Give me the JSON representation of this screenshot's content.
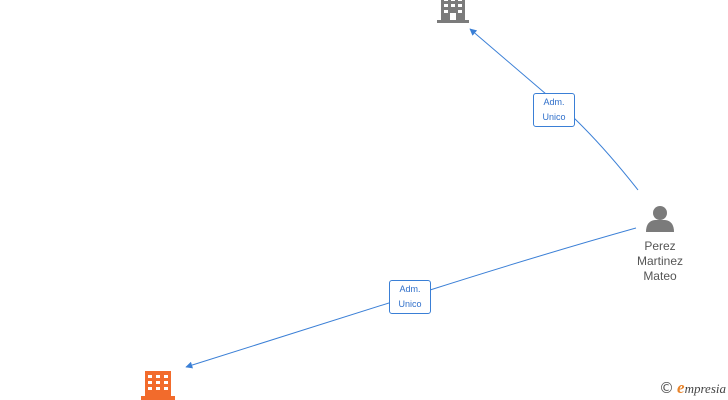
{
  "colors": {
    "edge": "#3a7fd6",
    "company_gray": "#7b7b7b",
    "company_highlight": "#f26b2c",
    "person": "#7b7b7b"
  },
  "nodes": {
    "company_top": {
      "icon": "building-icon",
      "label": ""
    },
    "company_bottom": {
      "icon": "building-icon",
      "label": ""
    },
    "person": {
      "icon": "person-icon",
      "name_lines": [
        "Perez",
        "Martinez",
        "Mateo"
      ]
    }
  },
  "edges": [
    {
      "from": "person",
      "to": "company_top",
      "label_lines": [
        "Adm.",
        "Unico"
      ]
    },
    {
      "from": "person",
      "to": "company_bottom",
      "label_lines": [
        "Adm.",
        "Unico"
      ]
    }
  ],
  "watermark": {
    "copyright": "©",
    "brand_initial": "e",
    "brand_rest": "mpresia"
  }
}
